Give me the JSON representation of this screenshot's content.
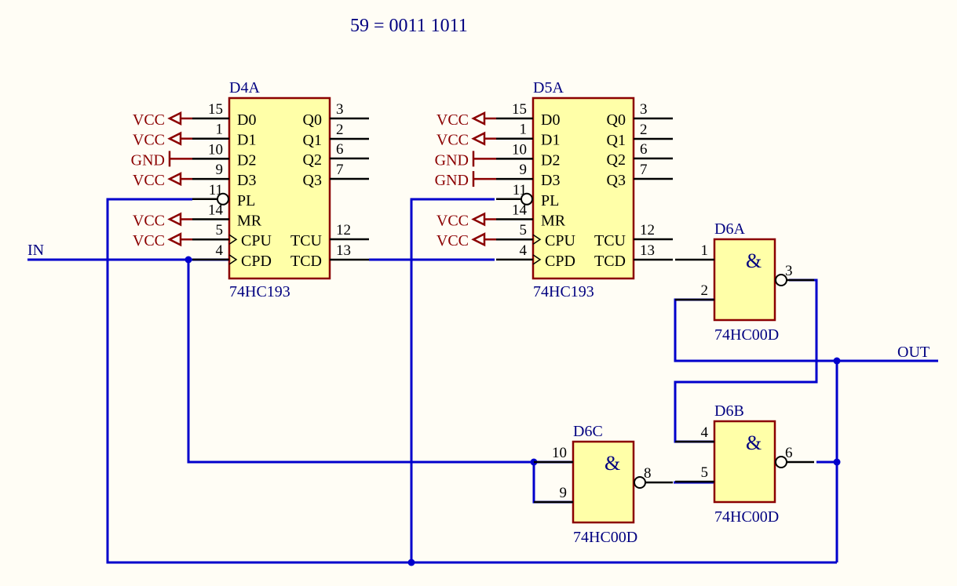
{
  "header": {
    "equation": "59 = 0011 1011"
  },
  "nets": {
    "input": "IN",
    "output": "OUT"
  },
  "power": {
    "vcc": "VCC",
    "gnd": "GND"
  },
  "counters": [
    {
      "ref": "D4A",
      "part": "74HC193",
      "pins_left": [
        {
          "num": "15",
          "name": "D0",
          "power": "VCC"
        },
        {
          "num": "1",
          "name": "D1",
          "power": "VCC"
        },
        {
          "num": "10",
          "name": "D2",
          "power": "GND"
        },
        {
          "num": "9",
          "name": "D3",
          "power": "VCC"
        },
        {
          "num": "11",
          "name": "PL",
          "power": ""
        },
        {
          "num": "14",
          "name": "MR",
          "power": "VCC"
        },
        {
          "num": "5",
          "name": "CPU",
          "power": "VCC"
        },
        {
          "num": "4",
          "name": "CPD",
          "power": ""
        }
      ],
      "pins_right": [
        {
          "num": "3",
          "name": "Q0"
        },
        {
          "num": "2",
          "name": "Q1"
        },
        {
          "num": "6",
          "name": "Q2"
        },
        {
          "num": "7",
          "name": "Q3"
        },
        {
          "num": "12",
          "name": "TCU"
        },
        {
          "num": "13",
          "name": "TCD"
        }
      ]
    },
    {
      "ref": "D5A",
      "part": "74HC193",
      "pins_left": [
        {
          "num": "15",
          "name": "D0",
          "power": "VCC"
        },
        {
          "num": "1",
          "name": "D1",
          "power": "VCC"
        },
        {
          "num": "10",
          "name": "D2",
          "power": "GND"
        },
        {
          "num": "9",
          "name": "D3",
          "power": "GND"
        },
        {
          "num": "11",
          "name": "PL",
          "power": ""
        },
        {
          "num": "14",
          "name": "MR",
          "power": "VCC"
        },
        {
          "num": "5",
          "name": "CPU",
          "power": "VCC"
        },
        {
          "num": "4",
          "name": "CPD",
          "power": ""
        }
      ],
      "pins_right": [
        {
          "num": "3",
          "name": "Q0"
        },
        {
          "num": "2",
          "name": "Q1"
        },
        {
          "num": "6",
          "name": "Q2"
        },
        {
          "num": "7",
          "name": "Q3"
        },
        {
          "num": "12",
          "name": "TCU"
        },
        {
          "num": "13",
          "name": "TCD"
        }
      ]
    }
  ],
  "gates": [
    {
      "ref": "D6A",
      "part": "74HC00D",
      "symbol": "&",
      "in1": "1",
      "in2": "2",
      "out": "3"
    },
    {
      "ref": "D6B",
      "part": "74HC00D",
      "symbol": "&",
      "in1": "4",
      "in2": "5",
      "out": "6"
    },
    {
      "ref": "D6C",
      "part": "74HC00D",
      "symbol": "&",
      "in1": "10",
      "in2": "9",
      "out": "8"
    }
  ]
}
